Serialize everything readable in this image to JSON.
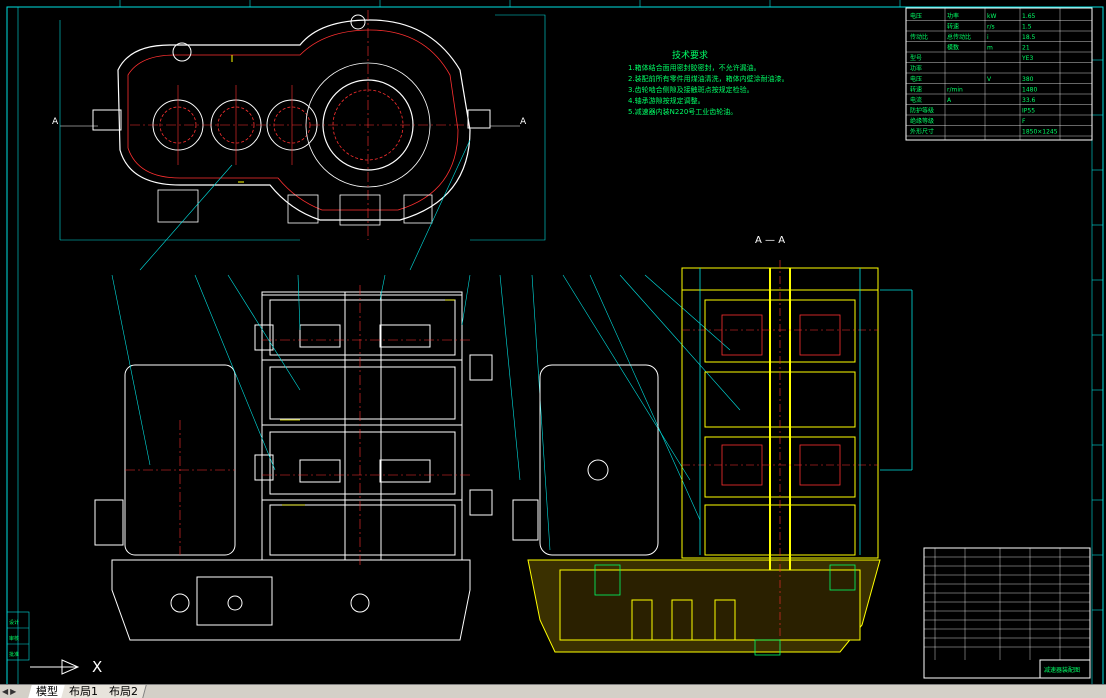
{
  "drawing": {
    "section_label": "A — A",
    "section_marker_left": "A",
    "section_marker_right": "A",
    "tech_title": "技术要求",
    "tech_notes": [
      "1.箱体结合面用密封胶密封，不允许漏油。",
      "2.装配前所有零件用煤油清洗，箱体内壁涂耐油漆。",
      "3.齿轮啮合侧隙及接触斑点按规定检验。",
      "4.轴承游隙按规定调整。",
      "5.减速器内装N220号工业齿轮油。"
    ],
    "param_rows": [
      [
        "电压",
        "功率",
        "kW",
        "1.65"
      ],
      [
        "",
        "转速",
        "r/s",
        "1.5"
      ],
      [
        "传动比",
        "总传动比",
        "i",
        "18.5"
      ],
      [
        "",
        "模数",
        "m",
        "21"
      ],
      [
        "型号",
        "",
        "",
        "YE3"
      ],
      [
        "功率",
        "",
        "",
        ""
      ],
      [
        "电压",
        "",
        "V",
        "380"
      ],
      [
        "转速",
        "r/min",
        "",
        "1480"
      ],
      [
        "电流",
        "A",
        "",
        "33.6"
      ],
      [
        "防护等级",
        "",
        "",
        "IP55"
      ],
      [
        "绝缘等级",
        "",
        "",
        "F"
      ],
      [
        "外形尺寸",
        "",
        "",
        "1850×1245"
      ]
    ],
    "bom_title": "明细表",
    "title_block": "减速器装配图",
    "bottom_left_labels": [
      "设计",
      "审核",
      "批准"
    ],
    "axis_x_label": "X",
    "colors": {
      "background": "#000000",
      "outline": "#ffffff",
      "center": "#ff3030",
      "leader": "#00e0e0",
      "section": "#ffff00",
      "text": "#00ff66"
    }
  },
  "layout_tabs": {
    "items": [
      "模型",
      "布局1",
      "布局2"
    ],
    "active_index": 0
  }
}
